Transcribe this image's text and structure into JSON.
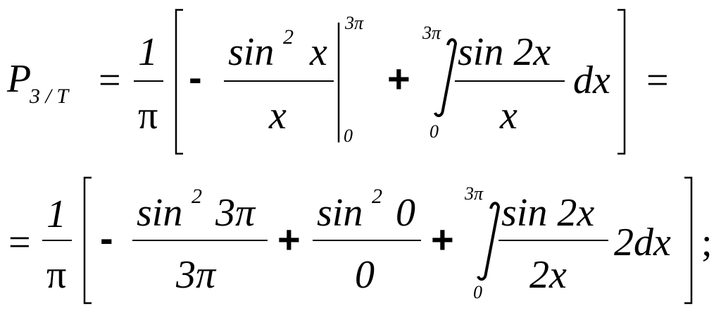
{
  "line1": {
    "P": "P",
    "subscript": "3 / T",
    "eq": "=",
    "num_one": "1",
    "den_pi": "π",
    "minus": "-",
    "frac1_num_sin": "sin",
    "frac1_num_exp": "2",
    "frac1_num_x": "x",
    "frac1_den": "x",
    "eval_upper": "3π",
    "eval_lower": "0",
    "plus": "+",
    "int_upper": "3π",
    "int_lower": "0",
    "frac2_num": "sin 2x",
    "frac2_den": "x",
    "dx": "dx",
    "eq_end": "="
  },
  "line2": {
    "eq": "=",
    "num_one": "1",
    "den_pi": "π",
    "minus": "-",
    "f1_num_sin": "sin",
    "f1_num_exp": "2",
    "f1_num_arg": "3π",
    "f1_den": "3π",
    "plus1": "+",
    "f2_num_sin": "sin",
    "f2_num_exp": "2",
    "f2_num_arg": "0",
    "f2_den": "0",
    "plus2": "+",
    "int_upper": "3π",
    "int_lower": "0",
    "f3_num": "sin 2x",
    "f3_den": "2x",
    "tail": "2dx",
    "semicolon": ";"
  }
}
